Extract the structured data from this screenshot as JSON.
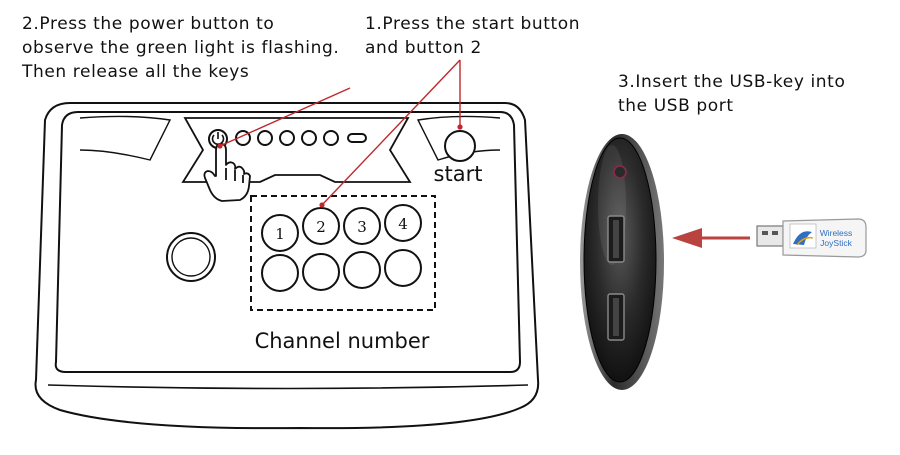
{
  "notes": {
    "power": [
      "2.Press the power button to",
      "observe the green light is flashing.",
      "Then release all the keys"
    ],
    "start": [
      "1.Press the start button",
      "and button 2"
    ],
    "usb": [
      "3.Insert the USB-key into",
      "the USB port"
    ]
  },
  "controller": {
    "start_label": "start",
    "channel_label": "Channel number",
    "channel_buttons": [
      "1",
      "2",
      "3",
      "4"
    ]
  },
  "usb_key": {
    "label_line1": "Wireless",
    "label_line2": "JoyStick"
  },
  "colors": {
    "outline": "#111111",
    "callout_line": "#c0282c",
    "arrow": "#b8433f",
    "receiver_body": "#2b2b2b"
  }
}
